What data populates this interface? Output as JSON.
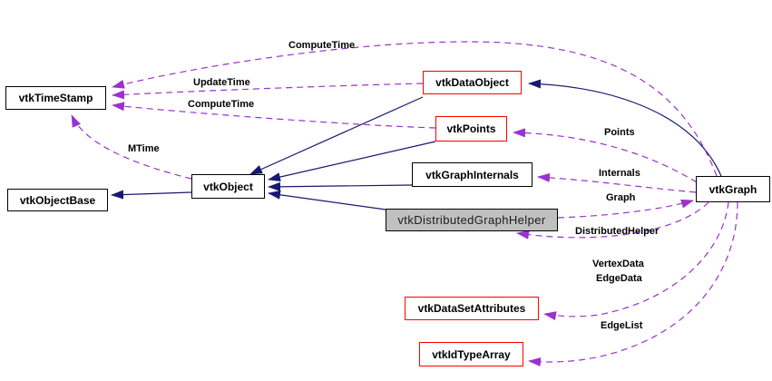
{
  "diagram": {
    "title": "vtkGraph collaboration diagram",
    "colors": {
      "background": "#ffffff",
      "inheritance_edge": "#191970",
      "usage_edge": "#9a32cd",
      "node_border": "#000000",
      "linked_node_border": "#ff0000",
      "undocumented_node_fill": "#c0c0c0",
      "node_fill": "#ffffff",
      "text": "#000000"
    },
    "nodes": [
      {
        "id": "vtkTimeStamp",
        "label": "vtkTimeStamp"
      },
      {
        "id": "vtkObjectBase",
        "label": "vtkObjectBase"
      },
      {
        "id": "vtkObject",
        "label": "vtkObject"
      },
      {
        "id": "vtkDataObject",
        "label": "vtkDataObject"
      },
      {
        "id": "vtkPoints",
        "label": "vtkPoints"
      },
      {
        "id": "vtkGraphInternals",
        "label": "vtkGraphInternals"
      },
      {
        "id": "vtkDistributedGraphHelper",
        "label": "vtkDistributedGraphHelper"
      },
      {
        "id": "vtkDataSetAttributes",
        "label": "vtkDataSetAttributes"
      },
      {
        "id": "vtkIdTypeArray",
        "label": "vtkIdTypeArray"
      },
      {
        "id": "vtkGraph",
        "label": "vtkGraph"
      }
    ],
    "edge_labels": [
      {
        "text": "ComputeTime"
      },
      {
        "text": "UpdateTime"
      },
      {
        "text": "ComputeTime"
      },
      {
        "text": "MTime"
      },
      {
        "text": "Points"
      },
      {
        "text": "Internals"
      },
      {
        "text": "Graph"
      },
      {
        "text": "DistributedHelper"
      },
      {
        "text": "VertexData"
      },
      {
        "text": "EdgeData"
      },
      {
        "text": "EdgeList"
      }
    ],
    "edges": [
      {
        "from": "vtkObject",
        "to": "vtkObjectBase",
        "type": "inheritance",
        "label": ""
      },
      {
        "from": "vtkDataObject",
        "to": "vtkObject",
        "type": "inheritance",
        "label": ""
      },
      {
        "from": "vtkPoints",
        "to": "vtkObject",
        "type": "inheritance",
        "label": ""
      },
      {
        "from": "vtkGraphInternals",
        "to": "vtkObject",
        "type": "inheritance",
        "label": ""
      },
      {
        "from": "vtkDistributedGraphHelper",
        "to": "vtkObject",
        "type": "inheritance",
        "label": ""
      },
      {
        "from": "vtkGraph",
        "to": "vtkDataObject",
        "type": "inheritance",
        "label": ""
      },
      {
        "from": "vtkGraph",
        "to": "vtkTimeStamp",
        "type": "usage",
        "label": "ComputeTime"
      },
      {
        "from": "vtkDataObject",
        "to": "vtkTimeStamp",
        "type": "usage",
        "label": "UpdateTime"
      },
      {
        "from": "vtkPoints",
        "to": "vtkTimeStamp",
        "type": "usage",
        "label": "ComputeTime"
      },
      {
        "from": "vtkObject",
        "to": "vtkTimeStamp",
        "type": "usage",
        "label": "MTime"
      },
      {
        "from": "vtkGraph",
        "to": "vtkPoints",
        "type": "usage",
        "label": "Points"
      },
      {
        "from": "vtkGraph",
        "to": "vtkGraphInternals",
        "type": "usage",
        "label": "Internals"
      },
      {
        "from": "vtkDistributedGraphHelper",
        "to": "vtkGraph",
        "type": "usage",
        "label": "Graph"
      },
      {
        "from": "vtkGraph",
        "to": "vtkDistributedGraphHelper",
        "type": "usage",
        "label": "DistributedHelper"
      },
      {
        "from": "vtkGraph",
        "to": "vtkDataSetAttributes",
        "type": "usage",
        "label": "VertexData EdgeData"
      },
      {
        "from": "vtkGraph",
        "to": "vtkIdTypeArray",
        "type": "usage",
        "label": "EdgeList"
      }
    ]
  }
}
